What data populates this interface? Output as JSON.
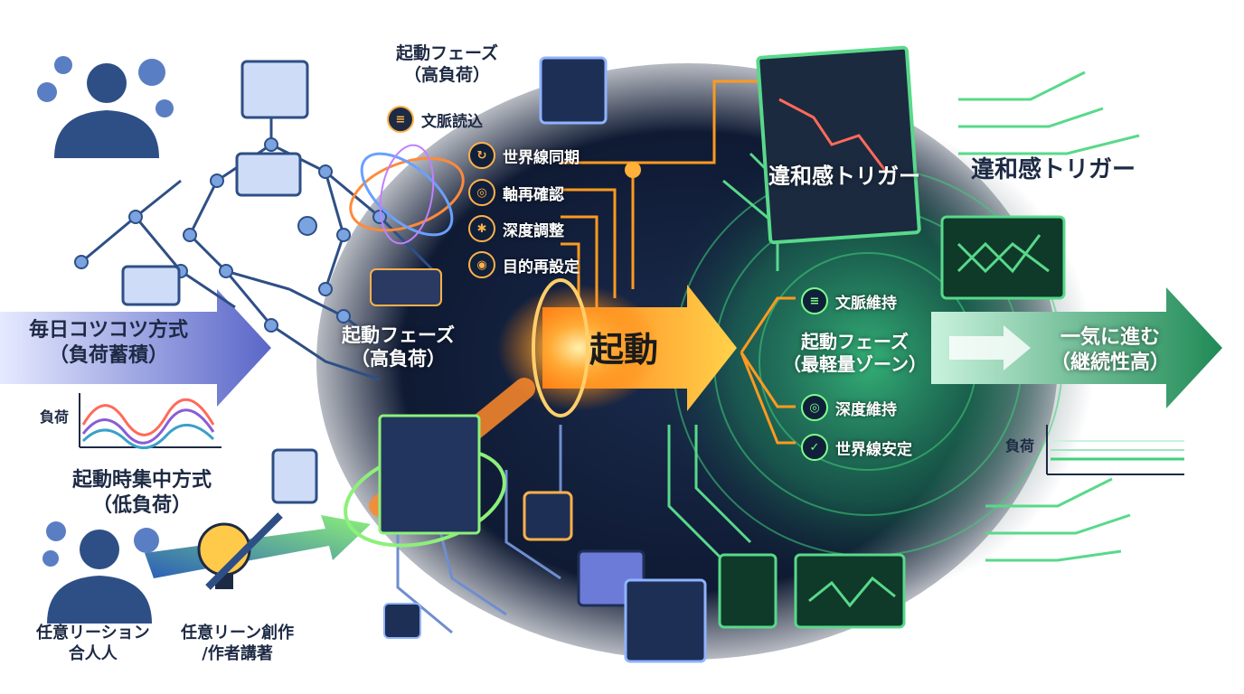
{
  "left_method": {
    "title": "毎日コツコツ方式",
    "sub": "（負荷蓄積）",
    "chart_label": "負荷"
  },
  "left_low": {
    "title": "起動時集中方式",
    "sub": "（低負荷）"
  },
  "persona_left": {
    "line1": "任意リーション",
    "line2": "合人人"
  },
  "persona_right": {
    "line1": "任意リーン創作",
    "line2": "/作者講著"
  },
  "top_phase": {
    "title": "起動フェーズ",
    "sub": "（高負荷）"
  },
  "load_steps": [
    {
      "label": "文脈読込",
      "icon": "document-icon"
    },
    {
      "label": "世界線同期",
      "icon": "sync-icon"
    },
    {
      "label": "軸再確認",
      "icon": "target-icon"
    },
    {
      "label": "深度調整",
      "icon": "gear-icon"
    },
    {
      "label": "目的再設定",
      "icon": "goal-icon"
    }
  ],
  "mid_phase": {
    "title": "起動フェーズ",
    "sub": "（高負荷）"
  },
  "center_label": "起動",
  "trigger_left": "違和感トリガー",
  "trigger_right": "違和感トリガー",
  "light_phase": {
    "title": "起動フェーズ",
    "sub": "（最軽量ゾーン）"
  },
  "light_steps": [
    {
      "label": "文脈維持",
      "icon": "document-icon"
    },
    {
      "label": "深度維持",
      "icon": "target-icon"
    },
    {
      "label": "世界線安定",
      "icon": "check-icon"
    }
  ],
  "result": {
    "title": "一気に進む",
    "sub": "（継続性高）"
  },
  "right_chart_label": "負荷",
  "colors": {
    "accent_orange": "#ff9a1f",
    "glow_green": "#7dff8a",
    "arrow_blue": "#5a66c8",
    "arrow_green": "#1f8a55",
    "core_dark": "#0f1a33"
  }
}
